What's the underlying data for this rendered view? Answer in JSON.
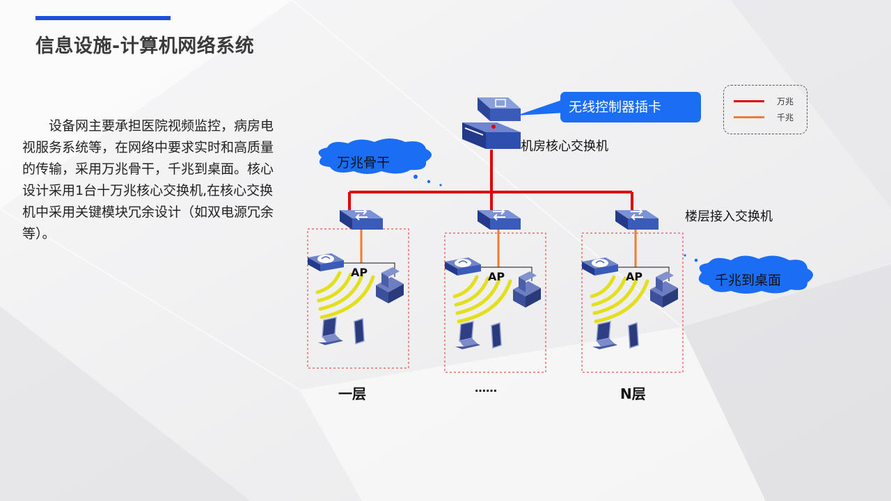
{
  "header": {
    "title": "信息设施-计算机网络系统"
  },
  "body": {
    "paragraph": "设备网主要承担医院视频监控，病房电视服务系统等，在网络中要求实时和高质量的传输，采用万兆骨干，千兆到桌面。核心设计采用1台十万兆核心交换机,在核心交换机中采用关键模块冗余设计（如双电源冗余等）。"
  },
  "diagram": {
    "core_switch_label": "机房核心交换机",
    "controller_callout": "无线控制器插卡",
    "floor_switch_label": "楼层接入交换机",
    "backbone_cloud": "万兆骨干",
    "desktop_cloud": "千兆到桌面",
    "ap_label": "AP",
    "floors": [
      {
        "name": "一层"
      },
      {
        "name": "……"
      },
      {
        "name": "N层"
      }
    ],
    "legend": {
      "items": [
        {
          "label": "万兆",
          "color": "#e00000"
        },
        {
          "label": "千兆",
          "color": "#ed7d31"
        }
      ]
    },
    "colors": {
      "callout": "#1b6ef3",
      "cloud": "#1b6ef3",
      "switch": "#3a5bb8",
      "wifi_wave": "#e3df1a"
    }
  }
}
